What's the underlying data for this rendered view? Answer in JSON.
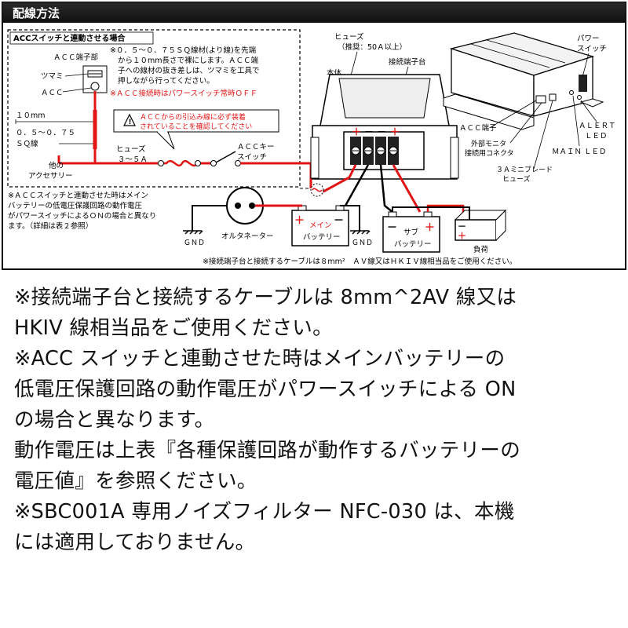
{
  "header": {
    "title": "配線方法"
  },
  "acc_box": {
    "title": "ACCスイッチと連動させる場合",
    "note_lines": [
      "※０．５～０．７５ＳＱ線材(より線)を先端",
      "から１０mm長さで裸にします。ＡＣＣ端",
      "子への線材の抜き差しは、ツマミを工具で",
      "押しながら行ってください。"
    ],
    "warning_off": "※ＡＣＣ接続時はパワースイッチ常時ＯＦＦ",
    "acc_terminal_label": "ＡＣＣ端子部",
    "knob_label": "ツマミ",
    "acc_label": "ＡＣＣ",
    "strip_length": "１０mm",
    "wire_size_1": "０．５～０．７５",
    "wire_size_2": "ＳＱ線",
    "fuse_label_1": "ヒューズ",
    "fuse_label_2": "３～５Ａ",
    "other_acc_1": "他の",
    "other_acc_2": "アクセサリー",
    "caution_1": "ＡＣＣからの引込み線に必ず装着",
    "caution_2": "されていることを確認してください",
    "acc_key_1": "ＡＣＣキー",
    "acc_key_2": "スイッチ"
  },
  "side_note": [
    "※ＡＣＣスイッチと連動させた時はメイン",
    "バッテリーの低電圧保護回路の動作電圧",
    "がパワースイッチによるＯＮの場合と異なり",
    "ます。（詳細は表２参照）"
  ],
  "device": {
    "fuse_1": "ヒューズ",
    "fuse_2": "（推奨：50Ａ以上）",
    "terminal_block": "接続端子台",
    "body": "本体",
    "power_switch_1": "パワー",
    "power_switch_2": "スイッチ",
    "acc_terminal": "ＡＣＣ端子",
    "monitor_1": "外部モニタ",
    "monitor_2": "接続用コネクタ",
    "alert_1": "ＡＬＥＲＴ",
    "alert_2": "ＬＥＤ",
    "main_led": "ＭＡＩＮ ＬＥＤ",
    "mini_fuse_1": "３Ａミニブレード",
    "mini_fuse_2": "ヒューズ",
    "plus": "＋",
    "minus": "－"
  },
  "bottom": {
    "alternator": "オルタネーター",
    "gnd": "ＧＮＤ",
    "main_battery_1": "メイン",
    "main_battery_2": "バッテリー",
    "sub_battery_1": "サブ",
    "sub_battery_2": "バッテリー",
    "load": "負荷",
    "cable_note": "※接続端子台と接続するケーブルは８mm²　ＡＶ線又はＨＫＩＶ線相当品をご使用ください。"
  },
  "notes": [
    "※接続端子台と接続するケーブルは 8mm^2AV 線又は",
    "HKIV 線相当品をご使用ください。",
    "※ACC スイッチと連動させた時はメインバッテリーの",
    "低電圧保護回路の動作電圧がパワースイッチによる ON",
    "の場合と異なります。",
    "動作電圧は上表『各種保護回路が動作するバッテリーの",
    "電圧値』を参照ください。",
    "※SBC001A 専用ノイズフィルター NFC-030 は、本機",
    "には適用しておりません。"
  ],
  "colors": {
    "wire_red": "#e11515",
    "header_bg": "#1c1c1c",
    "panel_bg": "#ffffff"
  }
}
